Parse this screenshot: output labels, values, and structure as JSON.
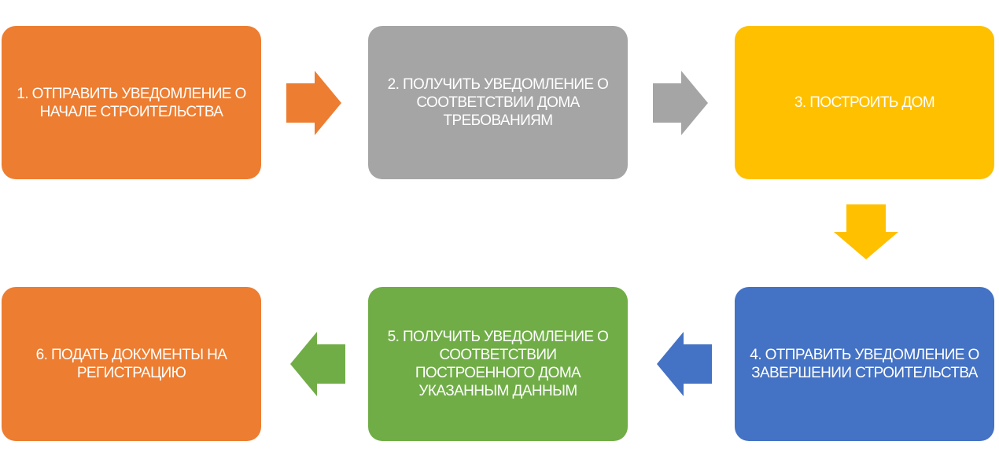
{
  "steps": [
    {
      "label": "1. ОТПРАВИТЬ УВЕДОМЛЕНИЕ О НАЧАЛЕ СТРОИТЕЛЬСТВА",
      "color": "#ED7D31"
    },
    {
      "label": "2. ПОЛУЧИТЬ УВЕДОМЛЕНИЕ О СООТВЕТСТВИИ ДОМА ТРЕБОВАНИЯМ",
      "color": "#A5A5A5"
    },
    {
      "label": "3. ПОСТРОИТЬ ДОМ",
      "color": "#FFC000"
    },
    {
      "label": "4. ОТПРАВИТЬ УВЕДОМЛЕНИЕ О ЗАВЕРШЕНИИ СТРОИТЕЛЬСТВА",
      "color": "#4472C4"
    },
    {
      "label": "5. ПОЛУЧИТЬ УВЕДОМЛЕНИЕ О СООТВЕТСТВИИ ПОСТРОЕННОГО ДОМА УКАЗАННЫМ ДАННЫМ",
      "color": "#70AD47"
    },
    {
      "label": "6. ПОДАТЬ ДОКУМЕНТЫ НА РЕГИСТРАЦИЮ",
      "color": "#ED7D31"
    }
  ]
}
